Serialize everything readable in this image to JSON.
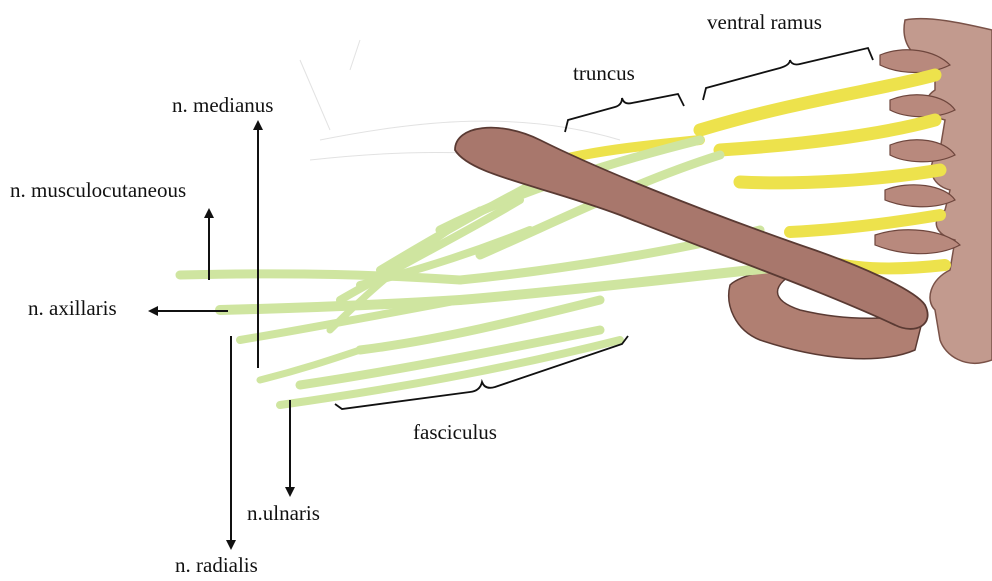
{
  "labels": {
    "ventral_ramus": "ventral ramus",
    "truncus": "truncus",
    "fasciculus": "fasciculus",
    "n_medianus": "n. medianus",
    "n_musculocutaneous": "n. musculocutaneous",
    "n_axillaris": "n. axillaris",
    "n_ulnaris": "n.ulnaris",
    "n_radialis": "n. radialis"
  },
  "colors": {
    "nerve_yellow": "#ede24c",
    "nerve_green": "#cfe5a0",
    "bone_brown": "#a8776c",
    "bone_outline": "#5a3a33",
    "ink": "#111111"
  }
}
